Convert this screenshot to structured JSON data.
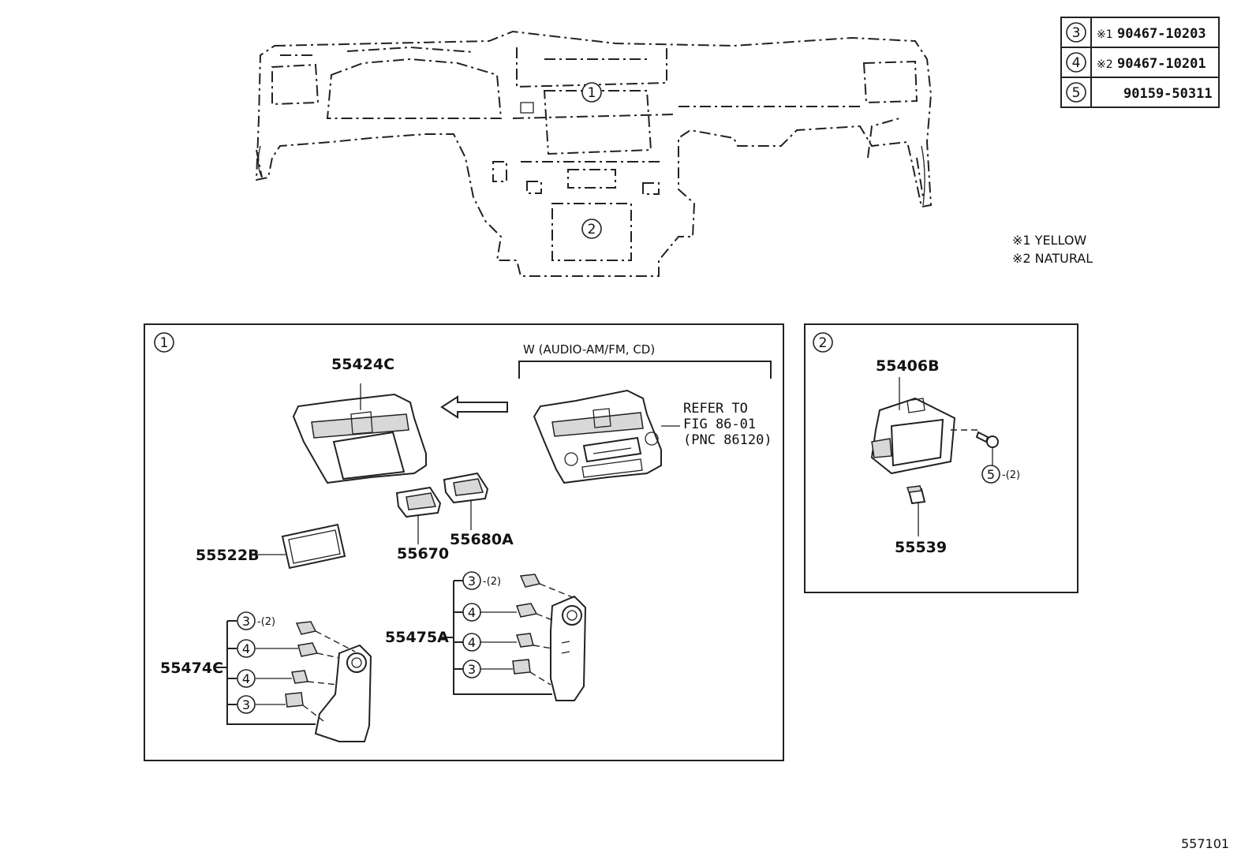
{
  "table": {
    "rows": [
      {
        "ref": "3",
        "note": "※1",
        "part": "90467-10203"
      },
      {
        "ref": "4",
        "note": "※2",
        "part": "90467-10201"
      },
      {
        "ref": "5",
        "note": "",
        "part": "90159-50311"
      }
    ]
  },
  "legend": [
    "※1 YELLOW",
    "※2 NATURAL"
  ],
  "overview": {
    "callout_1": "1",
    "callout_2": "2"
  },
  "box1": {
    "label": "1",
    "variant": "W (AUDIO-AM/FM, CD)",
    "refer": [
      "REFER TO",
      "FIG 86-01",
      "(PNC 86120)"
    ],
    "parts": {
      "p55424C": "55424C",
      "p55522B": "55522B",
      "p55670": "55670",
      "p55680A": "55680A",
      "p55475A": "55475A",
      "p55474C": "55474C"
    },
    "right_callouts": [
      "3",
      "4",
      "4",
      "3"
    ],
    "left_callouts": [
      "3",
      "4",
      "4",
      "3"
    ],
    "qty": "-(2)"
  },
  "box2": {
    "label": "2",
    "parts": {
      "p55406B": "55406B",
      "p55539": "55539"
    },
    "screw_callout": "5",
    "qty": "-(2)"
  },
  "figure_number": "557101"
}
